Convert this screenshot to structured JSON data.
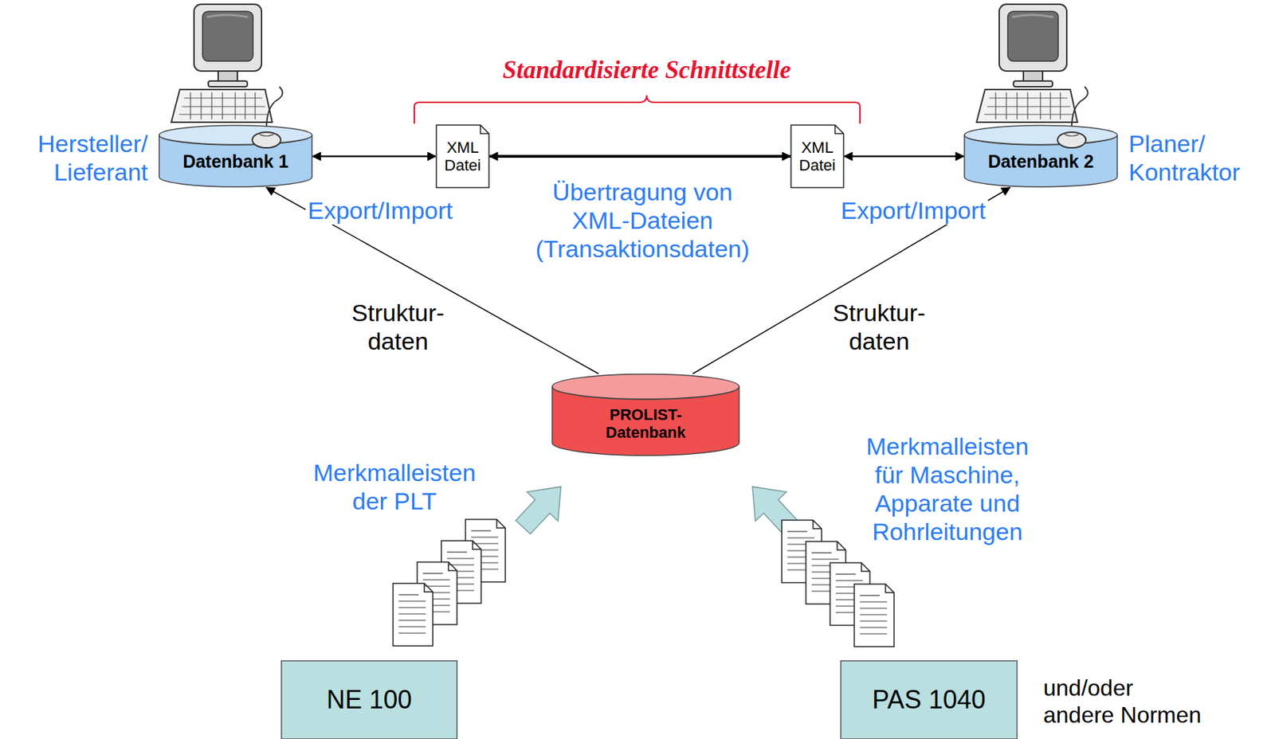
{
  "diagram": {
    "nodes": [
      {
        "text": [
          "Datenbank 1"
        ]
      },
      {
        "text": [
          "XML Datei"
        ]
      },
      {
        "text": [
          "XML Datei"
        ]
      },
      {
        "text": [
          "Datenbank 2"
        ]
      },
      {
        "text": [
          "PROLIST- Datenbank"
        ]
      },
      {
        "text": [
          "NE 100"
        ]
      },
      {
        "text": [
          "PAS 1040"
        ]
      }
    ],
    "edges": [
      {
        "from": 0,
        "to": 1,
        "arrow": "both"
      },
      {
        "from": 1,
        "to": 2,
        "arrow": "both"
      },
      {
        "from": 2,
        "to": 3,
        "arrow": "both"
      },
      {
        "from": 4,
        "to": 0,
        "label": "Struktur- daten",
        "arrow": "to"
      },
      {
        "from": 4,
        "to": 3,
        "label": "Struktur- daten",
        "arrow": "to"
      }
    ],
    "labels": [
      "Standardisierte Schnittstelle",
      "Hersteller/ Lieferant",
      "Planer/ Kontraktor",
      "Export/Import",
      "Export/Import",
      "Übertragung von XML-Dateien (Transaktionsdaten)",
      "Merkmalleisten der PLT",
      "Merkmalleisten für Maschine, Apparate und Rohrleitungen",
      "und/oder andere Normen"
    ]
  }
}
